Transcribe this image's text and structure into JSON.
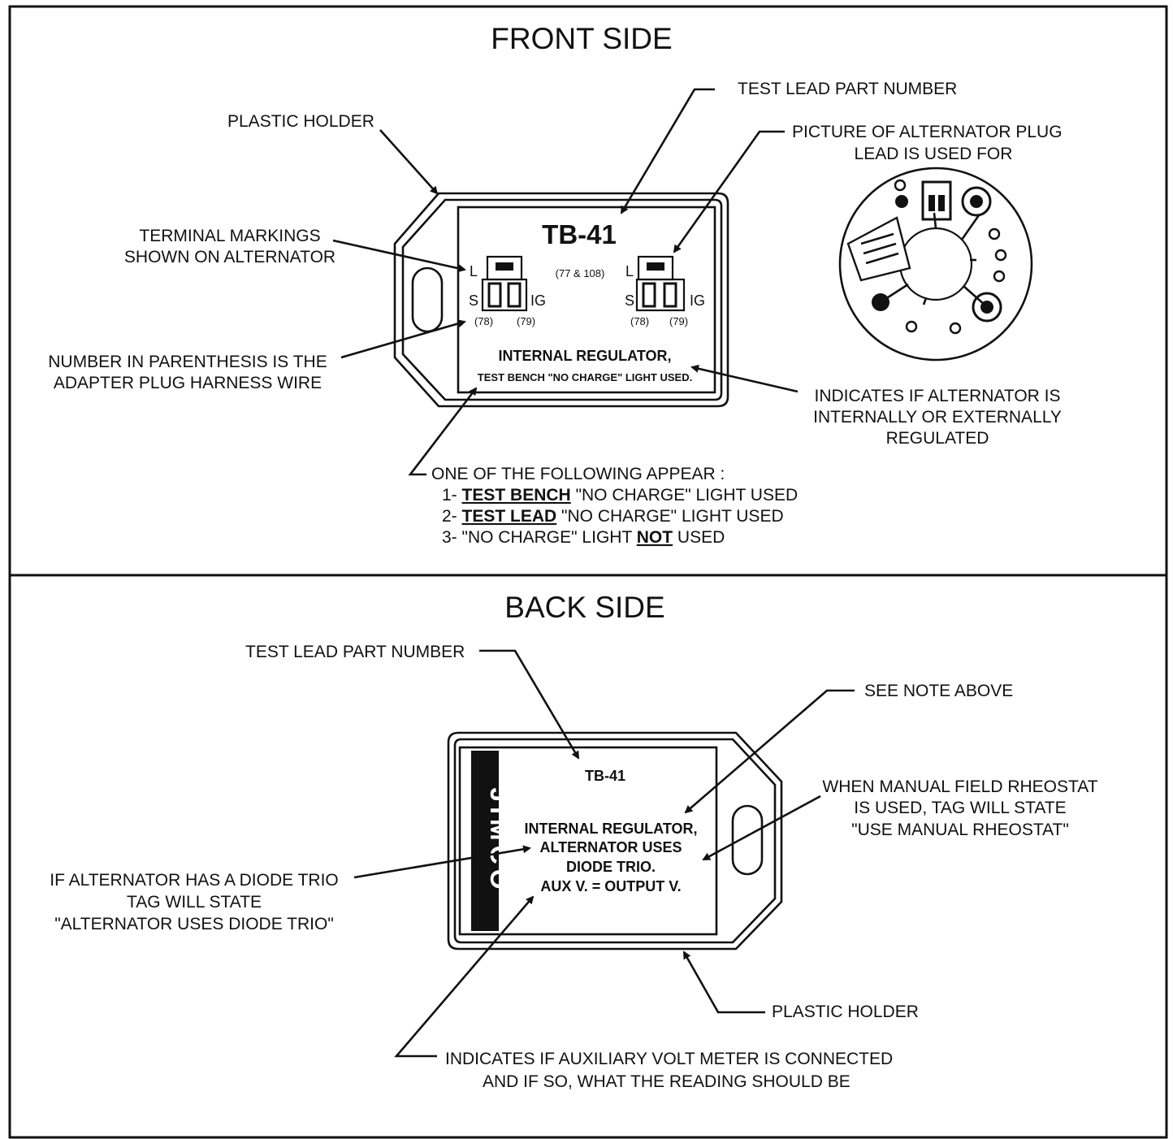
{
  "front": {
    "title": "FRONT SIDE",
    "test_lead_part_number": "TEST LEAD PART NUMBER",
    "plastic_holder": "PLASTIC HOLDER",
    "picture_label_1": "PICTURE OF ALTERNATOR PLUG",
    "picture_label_2": "LEAD IS USED FOR",
    "terminal_markings_1": "TERMINAL MARKINGS",
    "terminal_markings_2": "SHOWN ON  ALTERNATOR",
    "number_paren_1": "NUMBER IN PARENTHESIS IS THE",
    "number_paren_2": "ADAPTER PLUG HARNESS WIRE",
    "indicates_1": "INDICATES IF ALTERNATOR IS",
    "indicates_2": "INTERNALLY OR EXTERNALLY",
    "indicates_3": "REGULATED",
    "following_title": "ONE OF THE FOLLOWING APPEAR :",
    "opt1_prefix": "1-",
    "opt1_bold": "TEST BENCH",
    "opt1_rest": "\"NO CHARGE\" LIGHT USED",
    "opt2_prefix": "2-",
    "opt2_bold": "TEST LEAD",
    "opt2_rest": "\"NO CHARGE\" LIGHT USED",
    "opt3_prefix": "3- \"NO CHARGE\" LIGHT",
    "opt3_bold": "NOT",
    "opt3_rest": "USED",
    "tag": {
      "part": "TB-41",
      "middle_wire": "(77 & 108)",
      "pin_l": "L",
      "pin_s": "S",
      "pin_ig": "IG",
      "wire_s": "(78)",
      "wire_ig": "(79)",
      "reg_line": "INTERNAL REGULATOR,",
      "light_line": "TEST BENCH \"NO CHARGE\" LIGHT USED."
    }
  },
  "back": {
    "title": "BACK SIDE",
    "test_lead_part_number": "TEST LEAD PART NUMBER",
    "see_note": "SEE NOTE ABOVE",
    "rheostat_1": "WHEN MANUAL FIELD RHEOSTAT",
    "rheostat_2": "IS USED,  TAG WILL STATE",
    "rheostat_3": "\"USE MANUAL RHEOSTAT\"",
    "diode_1": "IF ALTERNATOR HAS  A DIODE TRIO",
    "diode_2": "TAG WILL STATE",
    "diode_3": "\"ALTERNATOR USES DIODE TRIO\"",
    "plastic_holder": "PLASTIC HOLDER",
    "aux_1": "INDICATES IF AUXILIARY VOLT METER IS CONNECTED",
    "aux_2": "AND IF SO,   WHAT THE READING SHOULD BE",
    "tag": {
      "part": "TB-41",
      "line1": "INTERNAL REGULATOR,",
      "line2": "ALTERNATOR USES",
      "line3": "DIODE TRIO.",
      "line4": "AUX V. = OUTPUT V.",
      "brand": "JIMCO"
    }
  }
}
